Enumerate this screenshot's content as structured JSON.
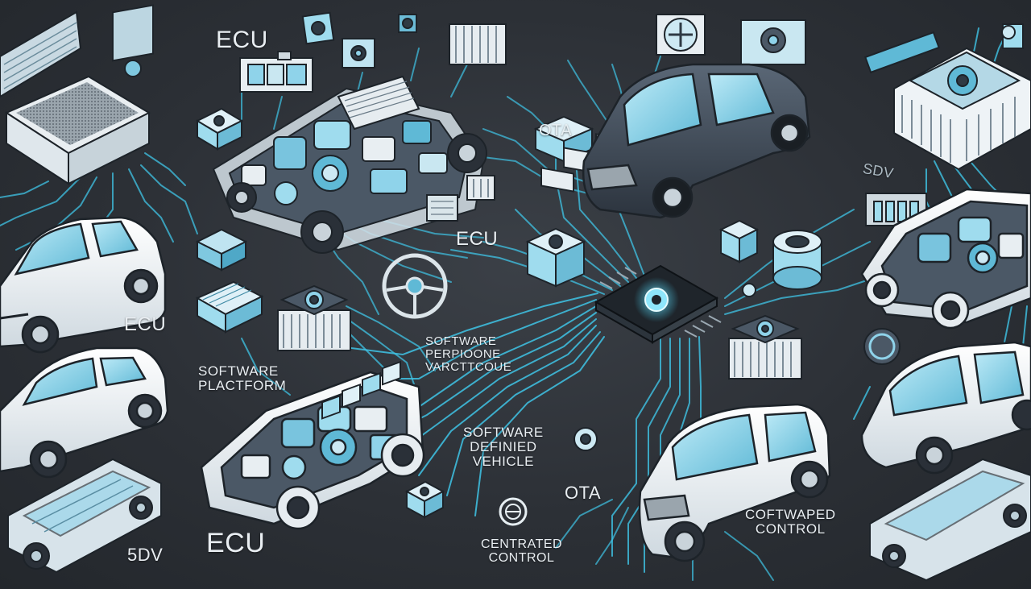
{
  "labels": {
    "ecu_top": "ECU",
    "ecu_mid": "ECU",
    "ecu_left": "ECU",
    "ecu_bottom": "ECU",
    "ota_top": "OTA",
    "ota_mid": "OTA",
    "sdv_left": "5DV",
    "sdv_right": "SDV",
    "software_platform_1": "SOFTWARE",
    "software_platform_2": "PLACTFORM",
    "software_perp_1": "SOFTWARE",
    "software_perp_2": "PERPIOONE",
    "software_perp_3": "VARCTTCOUE",
    "sdv_center_1": "SOFTWARE",
    "sdv_center_2": "DEFINIED",
    "sdv_center_3": "VEHICLE",
    "centrated_1": "CENTRATED",
    "centrated_2": "CONTROL",
    "coftwaped_1": "COFTWAPED",
    "coftwaped_2": "CONTROL"
  },
  "colors": {
    "background": "#2c3036",
    "trace": "#3fc4e6",
    "trace_dim": "#2a8fb0",
    "car_body": "#eef3f6",
    "car_dark": "#3d4754",
    "glass": "#8fd3ea",
    "chip": "#9fdcee",
    "line": "#1d2329"
  }
}
